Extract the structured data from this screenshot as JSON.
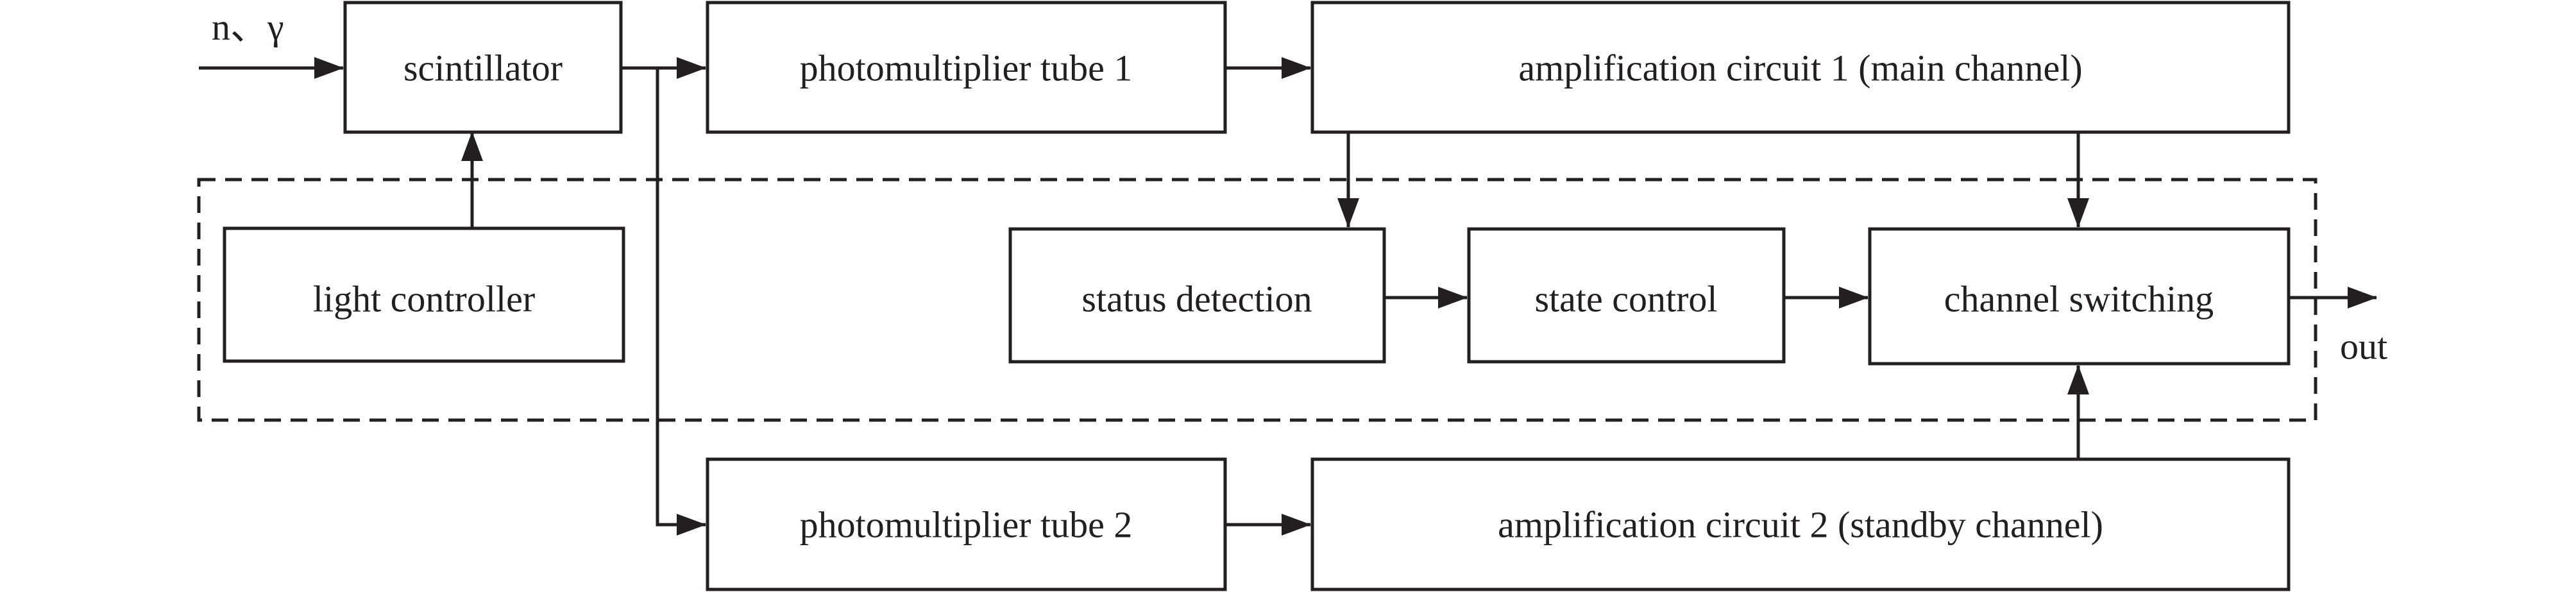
{
  "blocks": {
    "scintillator": "scintillator",
    "pmt1": "photomultiplier tube 1",
    "amp1": "amplification circuit 1 (main channel)",
    "light_controller": "light controller",
    "status_detection": "status detection",
    "state_control": "state control",
    "channel_switching": "channel switching",
    "pmt2": "photomultiplier tube 2",
    "amp2": "amplification circuit 2 (standby channel)"
  },
  "labels": {
    "input": "n、γ",
    "output": "out"
  }
}
